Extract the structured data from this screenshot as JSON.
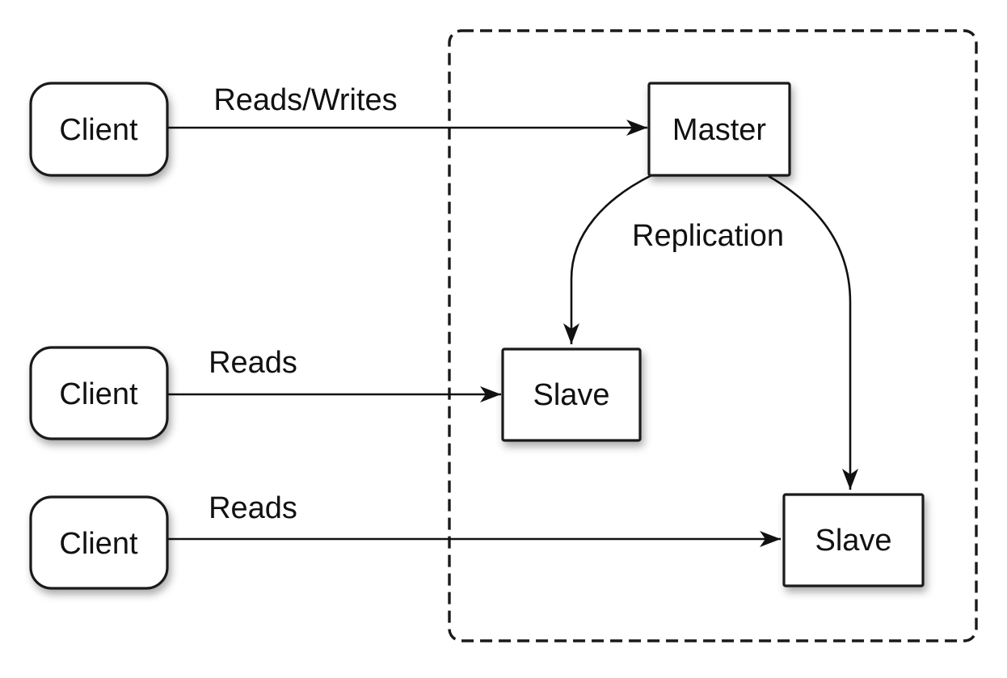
{
  "diagram": {
    "type": "topology-diagram",
    "nodes": {
      "clients": [
        {
          "id": "client-1",
          "label": "Client"
        },
        {
          "id": "client-2",
          "label": "Client"
        },
        {
          "id": "client-3",
          "label": "Client"
        }
      ],
      "master": {
        "id": "master",
        "label": "Master"
      },
      "slaves": [
        {
          "id": "slave-1",
          "label": "Slave"
        },
        {
          "id": "slave-2",
          "label": "Slave"
        }
      ]
    },
    "edges": [
      {
        "label": "Reads/Writes",
        "from": "client-1",
        "to": "master",
        "style": "straight-arrow"
      },
      {
        "label": "Reads",
        "from": "client-2",
        "to": "slave-1",
        "style": "straight-arrow"
      },
      {
        "label": "Reads",
        "from": "client-3",
        "to": "slave-2",
        "style": "straight-arrow"
      },
      {
        "label": "Replication",
        "from": "master",
        "to": "slave-1",
        "style": "curved-arrow"
      },
      {
        "from": "master",
        "to": "slave-2",
        "style": "curved-arrow"
      }
    ],
    "container": {
      "id": "replication-cluster-boundary",
      "style": "dashed-rounded-rect",
      "contains": [
        "master",
        "slave-1",
        "slave-2"
      ]
    },
    "colors": {
      "background": "#ffffff",
      "stroke": "#1a1a1a",
      "box_fill": "#ffffff",
      "text": "#111111",
      "master_gradient_top": "#f1f1f1",
      "master_gradient_mid": "#dadada",
      "master_gradient_bottom": "#bdbdbd"
    }
  }
}
